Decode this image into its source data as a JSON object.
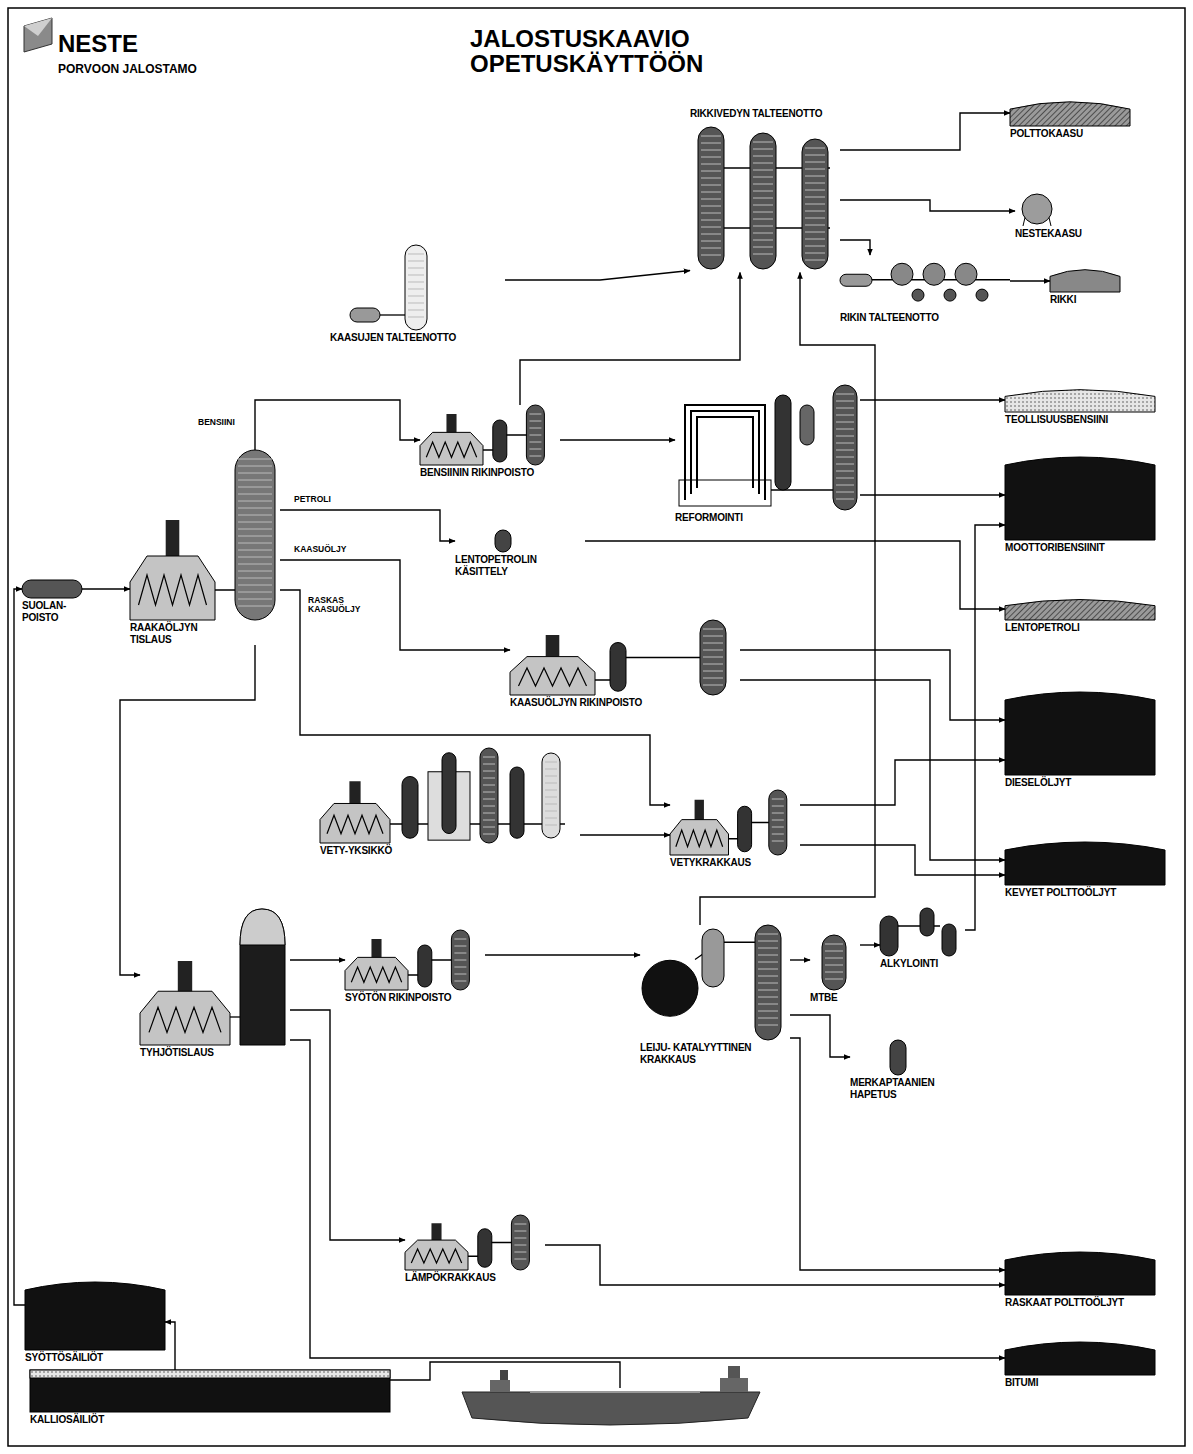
{
  "diagram": {
    "title": "JALOSTUSKAAVIO OPETUSKÄYTTÖÖN",
    "nodes": [
      {
        "text": [
          "RIKKIVEDYN TALTEENOTTO"
        ]
      },
      {
        "text": [
          "POLTTOKAASU"
        ]
      },
      {
        "text": [
          "NESTEKAASU"
        ]
      },
      {
        "text": [
          "RIKIN TALTEENOTTO"
        ]
      },
      {
        "text": [
          "RIKKI"
        ]
      },
      {
        "text": [
          "KAASUJEN TALTEENOTTO"
        ]
      },
      {
        "text": [
          "BENSIININ RIKINPOISTO"
        ]
      },
      {
        "text": [
          "TEOLLISUUSBENSIINI"
        ]
      },
      {
        "text": [
          "REFORMOINTI"
        ]
      },
      {
        "text": [
          "MOOTTORIBENSIINIT"
        ]
      },
      {
        "text": [
          "SUOLAN- POISTO"
        ]
      },
      {
        "text": [
          "RAAKAÖLJYN TISLAUS"
        ]
      },
      {
        "text": [
          "LENTOPETROLIN KÄSITTELY"
        ]
      },
      {
        "text": [
          "LENTOPETROLI"
        ]
      },
      {
        "text": [
          "KAASUÖLJYN RIKINPOISTO"
        ]
      },
      {
        "text": [
          "DIESELÖLJYT"
        ]
      },
      {
        "text": [
          "VETY-YKSIKKÖ"
        ]
      },
      {
        "text": [
          "VETYKRAKKAUS"
        ]
      },
      {
        "text": [
          "KEVYET POLTTOÖLJYT"
        ]
      },
      {
        "text": [
          "TYHJÖTISLAUS"
        ]
      },
      {
        "text": [
          "SYÖTÖN RIKINPOISTO"
        ]
      },
      {
        "text": [
          "LEIJU- KATALYYTTINEN KRAKKAUS"
        ]
      },
      {
        "text": [
          "MTBE"
        ]
      },
      {
        "text": [
          "ALKYLOINTI"
        ]
      },
      {
        "text": [
          "MERKAPTAANIEN HAPETUS"
        ]
      },
      {
        "text": [
          "LÄMPÖKRAKKAUS"
        ]
      },
      {
        "text": [
          "RASKAAT POLTTOÖLJYT"
        ]
      },
      {
        "text": [
          "SYÖTTÖSÄILIÖT"
        ]
      },
      {
        "text": [
          "BITUMI"
        ]
      },
      {
        "text": [
          "KALLIOSÄILIÖT"
        ]
      }
    ],
    "edges": [
      {
        "from": 29,
        "to": 27,
        "arrow": "to"
      },
      {
        "from": 27,
        "to": 10,
        "arrow": "to"
      },
      {
        "from": 10,
        "to": 11,
        "arrow": "to"
      },
      {
        "from": 11,
        "to": 6,
        "label": "BENSIINI",
        "arrow": "to"
      },
      {
        "from": 11,
        "to": 12,
        "label": "PETROLI",
        "arrow": "to"
      },
      {
        "from": 11,
        "to": 14,
        "label": "KAASUÖLJY",
        "arrow": "to"
      },
      {
        "from": 11,
        "to": 17,
        "label": "RASKAS KAASUÖLJY",
        "arrow": "to"
      },
      {
        "from": 11,
        "to": 19,
        "arrow": "to"
      },
      {
        "from": 6,
        "to": 8,
        "arrow": "to"
      },
      {
        "from": 6,
        "to": 0,
        "arrow": "to"
      },
      {
        "from": 5,
        "to": 0,
        "arrow": "to"
      },
      {
        "from": 0,
        "to": 1,
        "arrow": "to"
      },
      {
        "from": 0,
        "to": 2,
        "arrow": "to"
      },
      {
        "from": 0,
        "to": 3,
        "arrow": "to"
      },
      {
        "from": 3,
        "to": 4,
        "arrow": "to"
      },
      {
        "from": 8,
        "to": 7,
        "arrow": "to"
      },
      {
        "from": 8,
        "to": 9,
        "arrow": "to"
      },
      {
        "from": 12,
        "to": 13,
        "arrow": "to"
      },
      {
        "from": 14,
        "to": 15,
        "arrow": "to"
      },
      {
        "from": 14,
        "to": 18,
        "arrow": "to"
      },
      {
        "from": 16,
        "to": 17,
        "arrow": "to"
      },
      {
        "from": 17,
        "to": 15,
        "arrow": "to"
      },
      {
        "from": 17,
        "to": 18,
        "arrow": "to"
      },
      {
        "from": 19,
        "to": 20,
        "arrow": "to"
      },
      {
        "from": 19,
        "to": 25,
        "arrow": "to"
      },
      {
        "from": 19,
        "to": 28,
        "arrow": "to"
      },
      {
        "from": 20,
        "to": 21,
        "arrow": "to"
      },
      {
        "from": 21,
        "to": 22,
        "arrow": "to"
      },
      {
        "from": 22,
        "to": 23,
        "arrow": "to"
      },
      {
        "from": 21,
        "to": 24,
        "arrow": "to"
      },
      {
        "from": 23,
        "to": 9,
        "arrow": "to"
      },
      {
        "from": 21,
        "to": 26,
        "arrow": "to"
      },
      {
        "from": 25,
        "to": 26,
        "arrow": "to"
      },
      {
        "from": 21,
        "to": 0,
        "arrow": "to"
      }
    ],
    "labels": [
      "NESTE",
      "PORVOON JALOSTAMO"
    ]
  }
}
